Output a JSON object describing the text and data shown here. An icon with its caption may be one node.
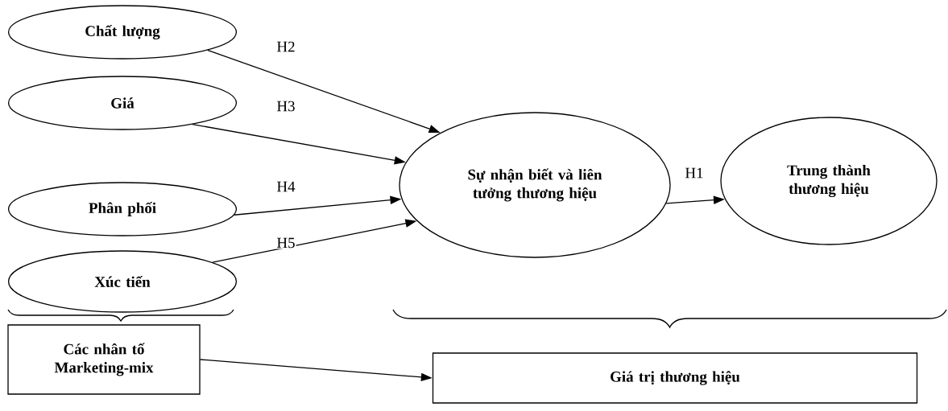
{
  "diagram": {
    "nodes": [
      {
        "text": [
          "Chất lượng"
        ]
      },
      {
        "text": [
          "Giá"
        ]
      },
      {
        "text": [
          "Phân phối"
        ]
      },
      {
        "text": [
          "Xúc tiến"
        ]
      },
      {
        "text": [
          "Sự nhận biết và liên tưởng thương hiệu"
        ]
      },
      {
        "text": [
          "Trung thành thương hiệu"
        ]
      },
      {
        "text": [
          "Các nhân tố Marketing-mix"
        ]
      },
      {
        "text": [
          "Giá trị thương hiệu"
        ]
      }
    ],
    "edges": [
      {
        "from": 0,
        "to": 4,
        "arrow": "to",
        "label": "H2"
      },
      {
        "from": 1,
        "to": 4,
        "arrow": "to",
        "label": "H3"
      },
      {
        "from": 2,
        "to": 4,
        "arrow": "to",
        "label": "H4"
      },
      {
        "from": 3,
        "to": 4,
        "arrow": "to",
        "label": "H5"
      },
      {
        "from": 4,
        "to": 5,
        "arrow": "to",
        "label": "H1"
      },
      {
        "from": 6,
        "to": 7,
        "arrow": "to"
      }
    ]
  }
}
